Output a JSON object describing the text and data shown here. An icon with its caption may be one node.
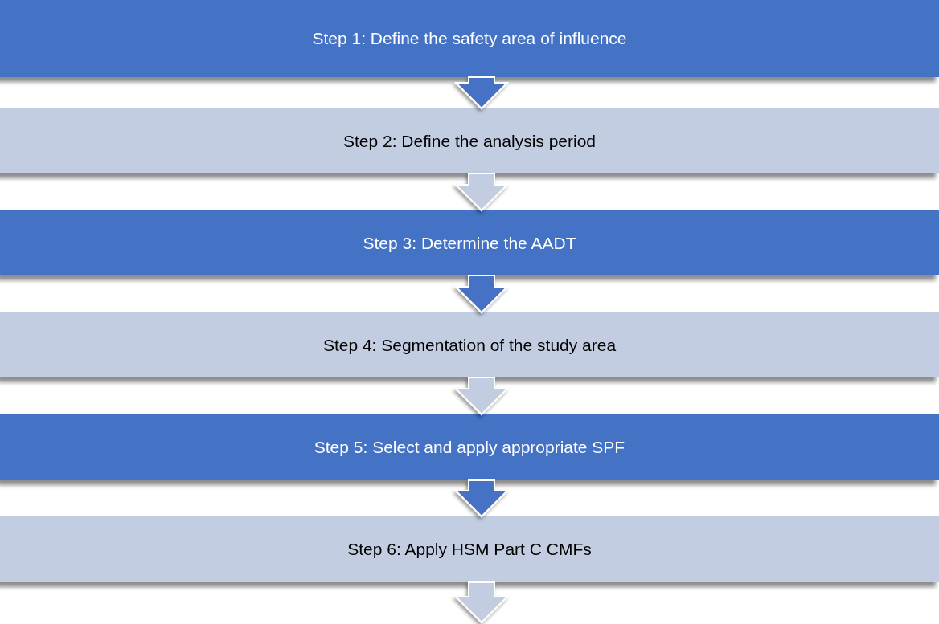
{
  "diagram": {
    "nodes": [
      {
        "text": [
          "Step 1: Define the safety area of influence"
        ]
      },
      {
        "text": [
          "Step 2: Define the analysis period"
        ]
      },
      {
        "text": [
          "Step 3: Determine the AADT"
        ]
      },
      {
        "text": [
          "Step 4: Segmentation of the study area"
        ]
      },
      {
        "text": [
          "Step 5: Select and apply appropriate SPF"
        ]
      },
      {
        "text": [
          "Step 6: Apply HSM Part C CMFs"
        ]
      }
    ],
    "edges": [
      {
        "from": 0,
        "to": 1,
        "arrow": "to"
      },
      {
        "from": 1,
        "to": 2,
        "arrow": "to"
      },
      {
        "from": 2,
        "to": 3,
        "arrow": "to"
      },
      {
        "from": 3,
        "to": 4,
        "arrow": "to"
      },
      {
        "from": 4,
        "to": 5,
        "arrow": "to"
      },
      {
        "from": 5,
        "to": null,
        "arrow": "to"
      }
    ]
  }
}
